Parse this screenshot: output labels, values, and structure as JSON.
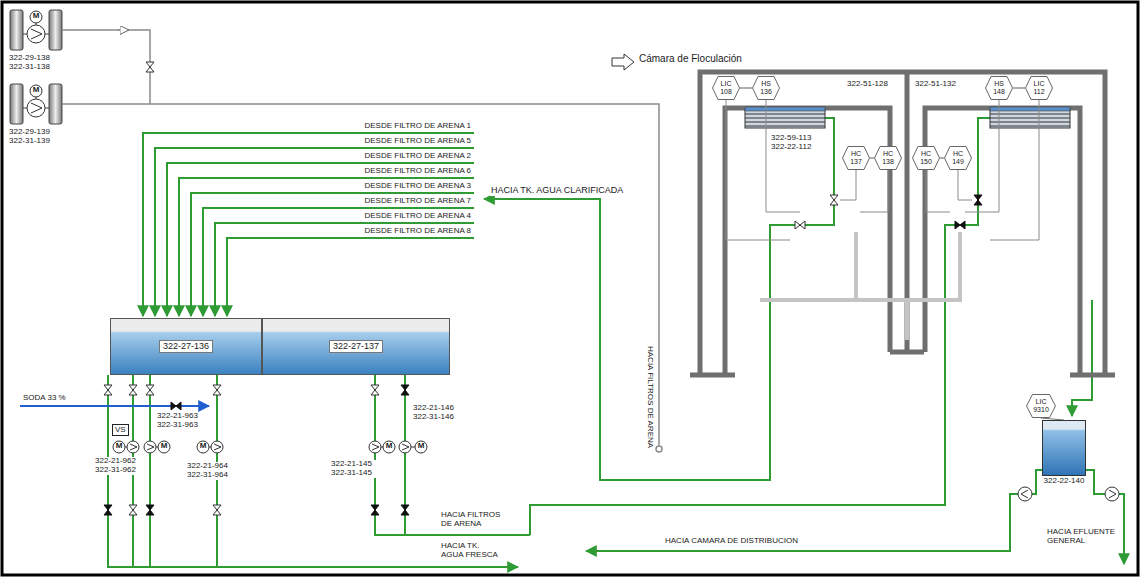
{
  "diagram": {
    "nodes": [
      {
        "text": [
          "322-27-136"
        ]
      },
      {
        "text": [
          "322-27-137"
        ]
      },
      {
        "text": [
          "VS"
        ]
      },
      {
        "text": [
          "LIC 108"
        ]
      },
      {
        "text": [
          "HS 136"
        ]
      },
      {
        "text": [
          "HS 148"
        ]
      },
      {
        "text": [
          "LIC 112"
        ]
      },
      {
        "text": [
          "HC 137"
        ]
      },
      {
        "text": [
          "HC 138"
        ]
      },
      {
        "text": [
          "HC 150"
        ]
      },
      {
        "text": [
          "HC 149"
        ]
      },
      {
        "text": [
          "LIC 9310"
        ]
      },
      {
        "text": [
          "322-22-140"
        ]
      }
    ],
    "edges": [
      {
        "from": 3,
        "to": 4,
        "arrow": "none"
      },
      {
        "from": 5,
        "to": 6,
        "arrow": "none"
      },
      {
        "from": 7,
        "to": 8,
        "arrow": "none"
      },
      {
        "from": 9,
        "to": 10,
        "arrow": "none"
      },
      {
        "from": 11,
        "to": 12,
        "arrow": "none"
      }
    ],
    "labels": [
      "322-29-138 322-31-138",
      "322-29-139 322-31-139",
      "DESDE FILTRO DE ARENA 1",
      "DESDE FILTRO DE ARENA 5",
      "DESDE FILTRO DE ARENA 2",
      "DESDE FILTRO DE ARENA 6",
      "DESDE FILTRO DE ARENA 3",
      "DESDE FILTRO DE ARENA 7",
      "DESDE FILTRO DE ARENA 4",
      "DESDE FILTRO DE ARENA 8",
      "HACIA TK. AGUA CLARIFICADA",
      "SODA 33 %",
      "322-21-962 322-31-962",
      "322-21-963 322-31-963",
      "322-21-964 322-31-964",
      "322-21-146 322-31-146",
      "322-21-145 322-31-145",
      "HACIA FILTROS DE ARENA",
      "HACIA TK. AGUA FRESCA",
      "HACIA FILTROS DE ARENA",
      "Cámara de Floculación",
      "322-51-128",
      "322-51-132",
      "322-59-113 322-22-112",
      "HACIA CAMARA DE DISTRIBUCION",
      "HACIA EFLUENTE GENERAL",
      "M",
      "M",
      "M",
      "M",
      "M",
      "M",
      "M"
    ]
  }
}
